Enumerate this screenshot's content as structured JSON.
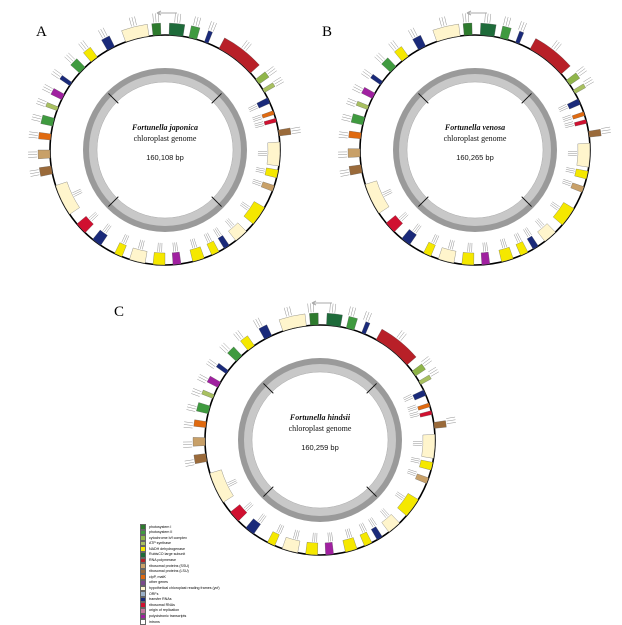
{
  "panels": [
    {
      "label": "A",
      "species": "Fortunella japonica",
      "subtitle": "chloroplast genome",
      "size": "160,108 bp"
    },
    {
      "label": "B",
      "species": "Fortunella venosa",
      "subtitle": "chloroplast genome",
      "size": "160,265 bp"
    },
    {
      "label": "C",
      "species": "Fortunella hindsii",
      "subtitle": "chloroplast genome",
      "size": "160,259 bp"
    }
  ],
  "legend": [
    {
      "label": "photosystem I",
      "color": "#2d7a2d"
    },
    {
      "label": "photosystem II",
      "color": "#3f9a3f"
    },
    {
      "label": "cytochrome b/f complex",
      "color": "#8fb54a"
    },
    {
      "label": "ATP synthase",
      "color": "#a8c060"
    },
    {
      "label": "NADH dehydrogenase",
      "color": "#f5e800"
    },
    {
      "label": "RubisCO large subunit",
      "color": "#1e6b3a"
    },
    {
      "label": "RNA polymerase",
      "color": "#b82028"
    },
    {
      "label": "ribosomal proteins (SSU)",
      "color": "#c8a068"
    },
    {
      "label": "ribosomal proteins (LSU)",
      "color": "#9a6a3a"
    },
    {
      "label": "clpP, matK",
      "color": "#e06a10"
    },
    {
      "label": "other genes",
      "color": "#7a4a8a"
    },
    {
      "label": "hypothetical chloroplast reading frames (ycf)",
      "color": "#fff5cc"
    },
    {
      "label": "ORFs",
      "color": "#9ab0c8"
    },
    {
      "label": "transfer RNAs",
      "color": "#1a2a7a"
    },
    {
      "label": "ribosomal RNAs",
      "color": "#d01030"
    },
    {
      "label": "origin of replication",
      "color": "#c878a0"
    },
    {
      "label": "polycistronic transcripts",
      "color": "#a020a0"
    },
    {
      "label": "introns",
      "color": "#ffffff"
    }
  ]
}
